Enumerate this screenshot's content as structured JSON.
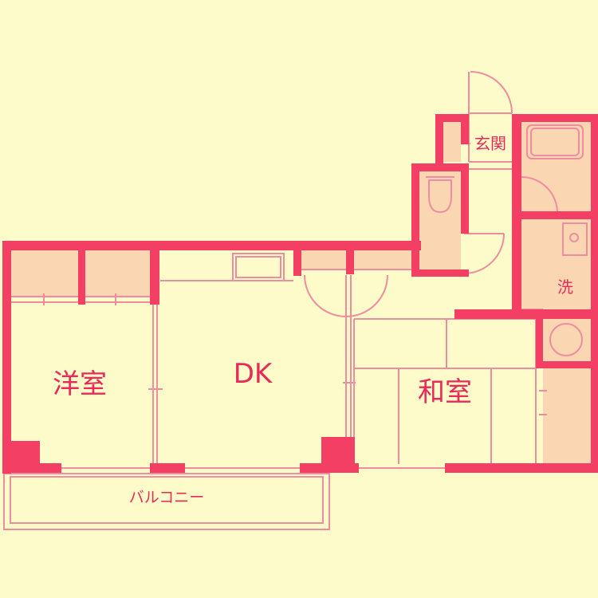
{
  "colors": {
    "background": "#fdfbc9",
    "wall": "#f23f63",
    "thin": "#f08ca0",
    "service_fill": "#fbd6b2"
  },
  "rooms": {
    "western": "洋室",
    "dk": "DK",
    "japanese": "和室",
    "entrance": "玄関",
    "washroom": "洗"
  },
  "balcony": "バルコニー"
}
